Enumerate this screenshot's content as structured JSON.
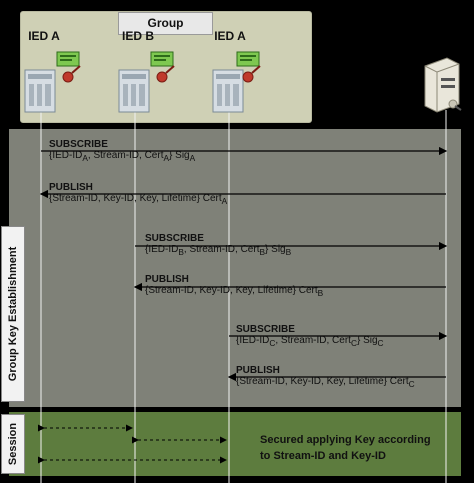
{
  "group": {
    "title": "Group",
    "ied_labels": [
      "IED A",
      "IED B",
      "IED A"
    ]
  },
  "sections": {
    "group_key_establishment": "Group Key Establishment",
    "session": "Session"
  },
  "messages": [
    {
      "keyword": "SUBSCRIBE",
      "detail_parts": [
        "{IED-ID",
        "A",
        ", Stream-ID, Cert",
        "A",
        "} Sig",
        "A"
      ]
    },
    {
      "keyword": "PUBLISH",
      "detail_parts": [
        "{Stream-ID, Key-ID, Key, Lifetime} Cert",
        "A"
      ]
    },
    {
      "keyword": "SUBSCRIBE",
      "detail_parts": [
        "{IED-ID",
        "B",
        ", Stream-ID, Cert",
        "B",
        "} Sig",
        "B"
      ]
    },
    {
      "keyword": "PUBLISH",
      "detail_parts": [
        "{Stream-ID, Key-ID, Key, Lifetime} Cert",
        "B"
      ]
    },
    {
      "keyword": "SUBSCRIBE",
      "detail_parts": [
        "{IED-ID",
        "C",
        ", Stream-ID, Cert",
        "C",
        "} Sig",
        "C"
      ]
    },
    {
      "keyword": "PUBLISH",
      "detail_parts": [
        "{Stream-ID, Key-ID, Key, Lifetime} Cert",
        "C"
      ]
    }
  ],
  "session_text": [
    "Secured applying Key according",
    "to Stream-ID and Key-ID"
  ],
  "colors": {
    "gke_panel": "#7f8178",
    "session_panel": "#5d7c3e",
    "group_box": "#cfd0b5",
    "key": "#c0392b"
  },
  "icons": [
    "ied-device-icon",
    "certificate-icon",
    "key-icon",
    "server-icon"
  ]
}
